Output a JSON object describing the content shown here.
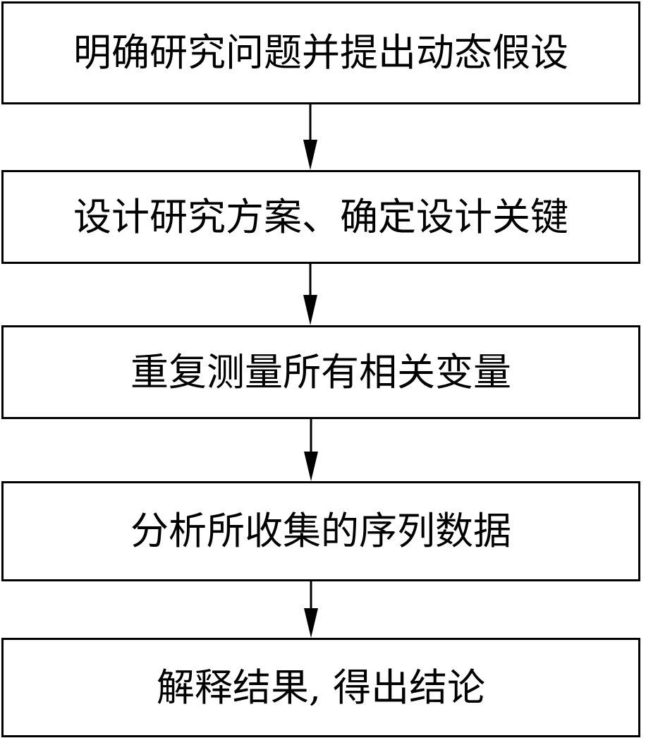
{
  "diagram": {
    "type": "flowchart",
    "direction": "top-to-bottom",
    "steps": [
      {
        "label": "明确研究问题并提出动态假设"
      },
      {
        "label": "设计研究方案、确定设计关键"
      },
      {
        "label": "重复测量所有相关变量"
      },
      {
        "label": "分析所收集的序列数据"
      },
      {
        "label": "解释结果, 得出结论"
      }
    ],
    "edges": [
      {
        "from": 0,
        "to": 1
      },
      {
        "from": 1,
        "to": 2
      },
      {
        "from": 2,
        "to": 3
      },
      {
        "from": 3,
        "to": 4
      }
    ],
    "colors": {
      "stroke": "#000000",
      "fill": "#ffffff",
      "text": "#000000"
    }
  }
}
